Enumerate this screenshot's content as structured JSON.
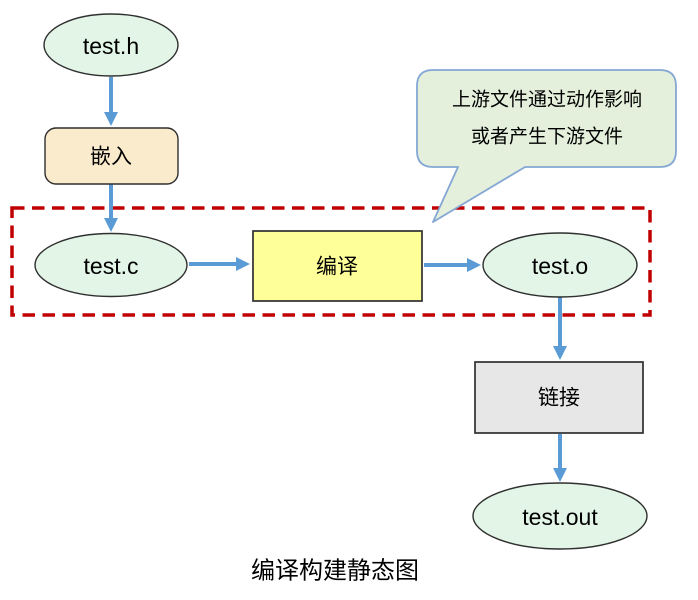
{
  "colors": {
    "file_node_fill": "#e2f5e7",
    "node_stroke": "#2f2f2f",
    "embed_fill": "#faebcd",
    "compile_fill": "#ffff99",
    "link_fill": "#e8e7e7",
    "callout_fill": "#e4efdc",
    "callout_stroke": "#84a7d4",
    "arrow_blue": "#5b9bd5",
    "dashed_red": "#c00000",
    "text_black": "#000000"
  },
  "nodes": {
    "test_h": "test.h",
    "embed": "嵌入",
    "test_c": "test.c",
    "compile": "编译",
    "test_o": "test.o",
    "link": "链接",
    "test_out": "test.out"
  },
  "callout": {
    "line1": "上游文件通过动作影响",
    "line2": "或者产生下游文件"
  },
  "caption": "编译构建静态图"
}
